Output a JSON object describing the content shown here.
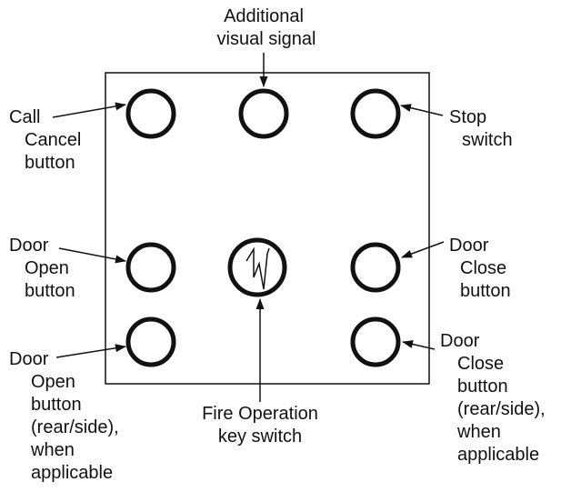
{
  "labels": {
    "additional_signal": [
      "Additional",
      "visual signal"
    ],
    "call_cancel": [
      "Call",
      "Cancel",
      "button"
    ],
    "stop_switch": [
      "Stop",
      "switch"
    ],
    "door_open": [
      "Door",
      "Open",
      "button"
    ],
    "door_close": [
      "Door",
      "Close",
      "button"
    ],
    "door_open_rear": [
      "Door",
      "Open",
      "button",
      "(rear/side),",
      "when",
      "applicable"
    ],
    "door_close_rear": [
      "Door",
      "Close",
      "button",
      "(rear/side),",
      "when",
      "applicable"
    ],
    "fire_operation": [
      "Fire Operation",
      "key switch"
    ]
  },
  "colors": {
    "line": "#111111",
    "background": "#ffffff"
  }
}
